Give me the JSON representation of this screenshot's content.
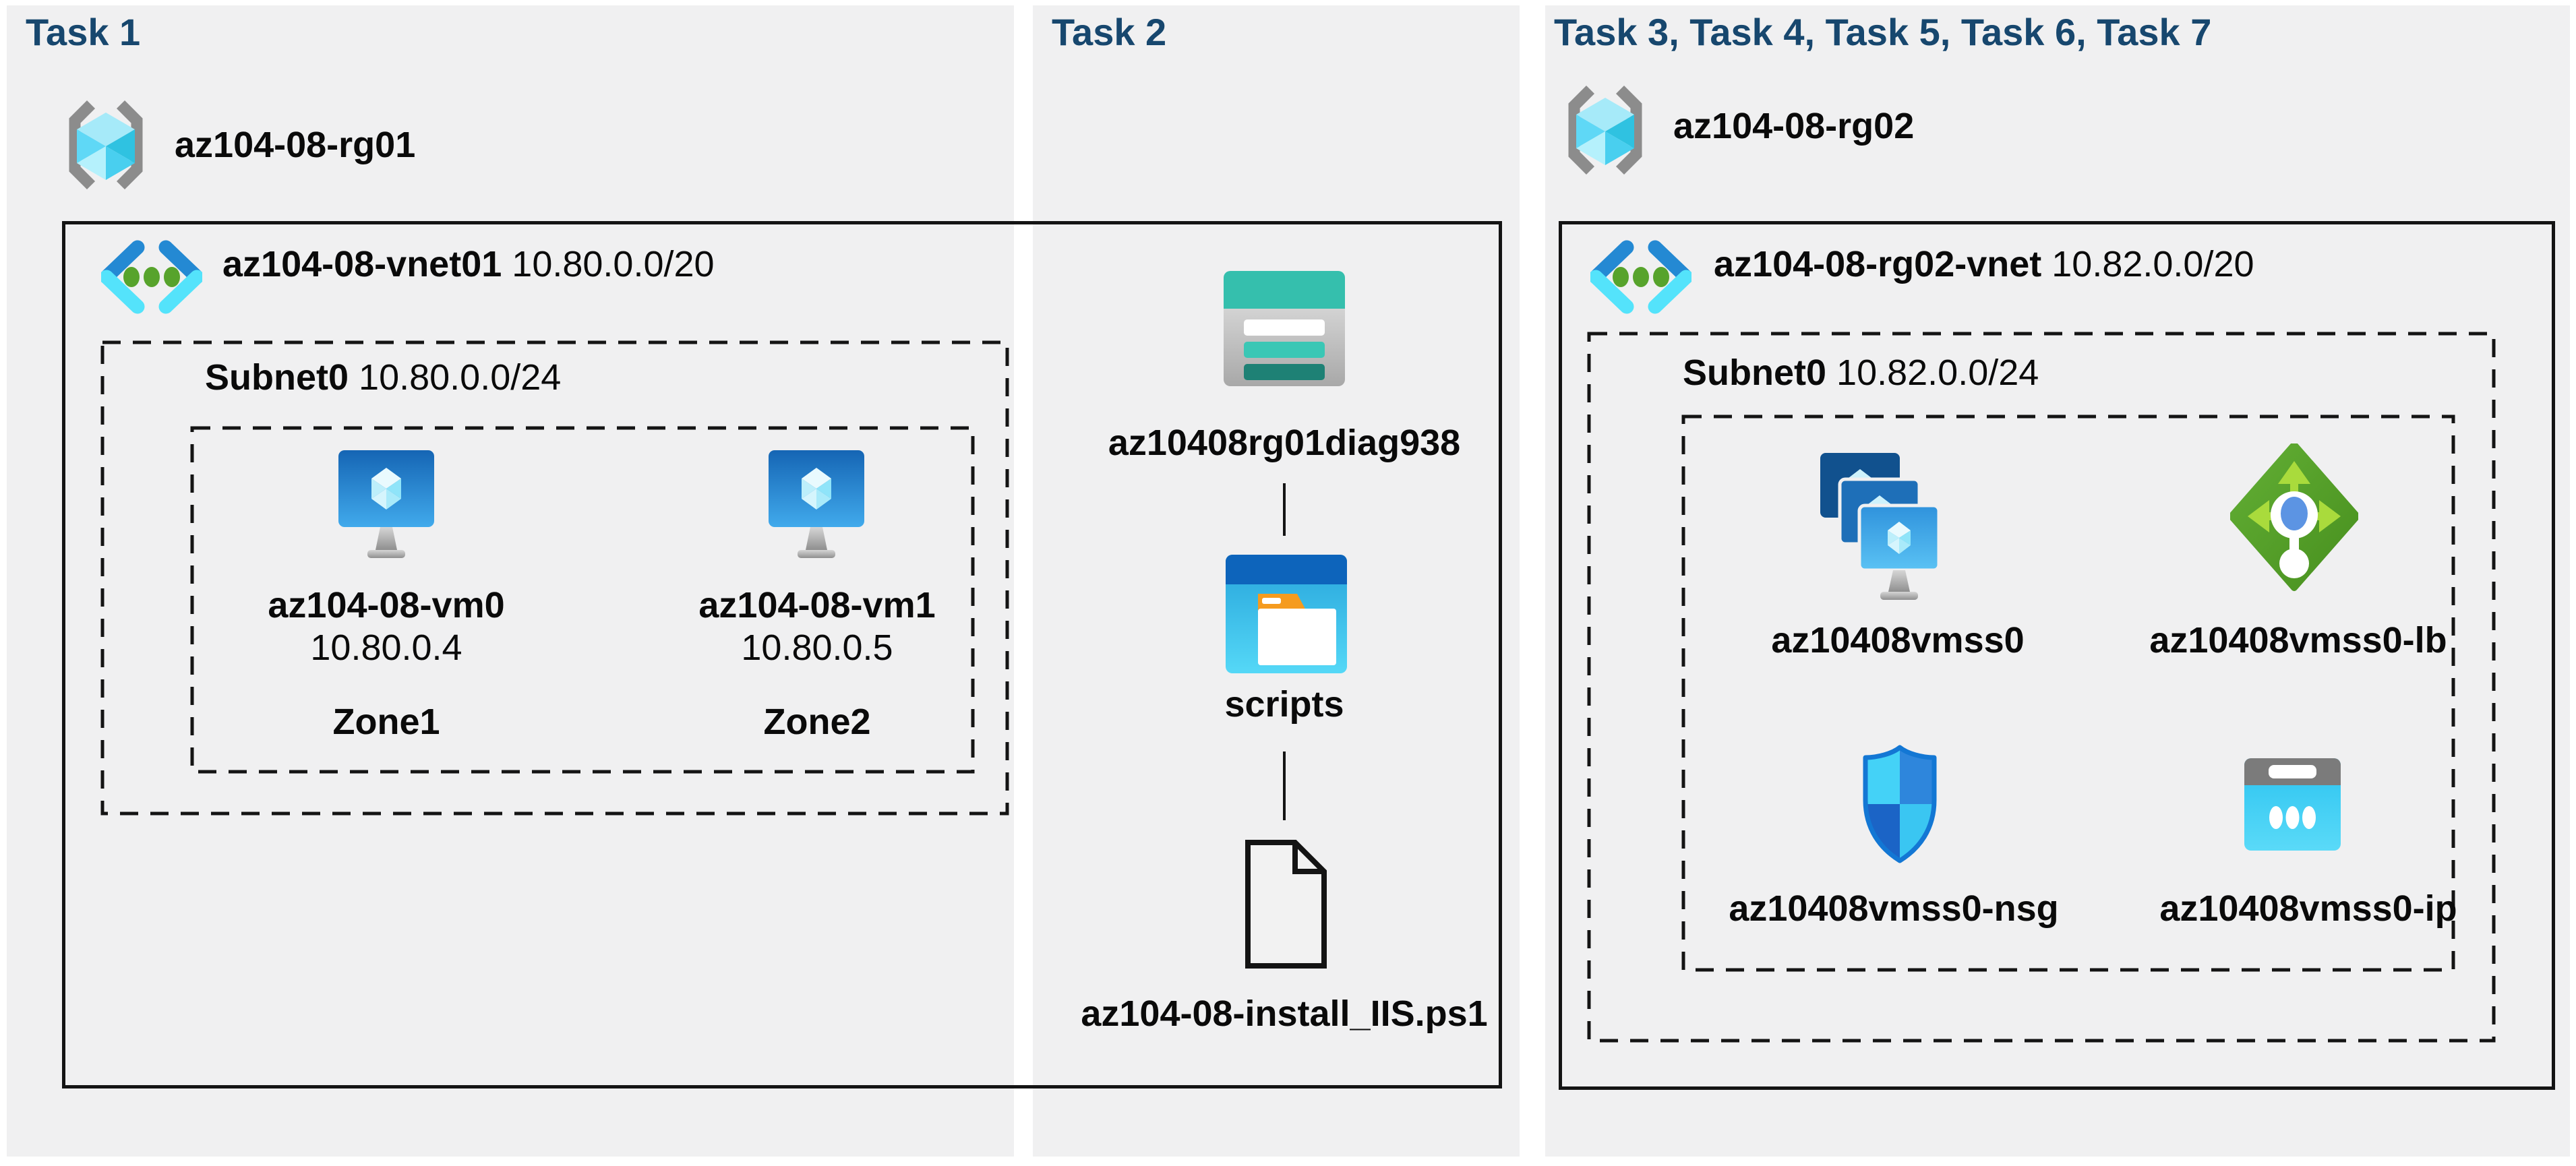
{
  "task1": {
    "header": "Task 1",
    "resource_group": {
      "name": "az104-08-rg01",
      "icon": "resource-group-icon"
    },
    "vnet": {
      "name": "az104-08-vnet01",
      "cidr": "10.80.0.0/20",
      "icon": "virtual-network-icon"
    },
    "subnet": {
      "name": "Subnet0",
      "cidr": "10.80.0.0/24"
    },
    "vms": [
      {
        "name": "az104-08-vm0",
        "ip": "10.80.0.4",
        "zone": "Zone1",
        "icon": "virtual-machine-icon"
      },
      {
        "name": "az104-08-vm1",
        "ip": "10.80.0.5",
        "zone": "Zone2",
        "icon": "virtual-machine-icon"
      }
    ]
  },
  "task2": {
    "header": "Task 2",
    "storage_account": {
      "name": "az10408rg01diag938",
      "icon": "storage-account-icon"
    },
    "blob_container": {
      "name": "scripts",
      "icon": "blob-container-icon"
    },
    "script_file": {
      "name": "az104-08-install_IIS.ps1",
      "icon": "file-icon"
    }
  },
  "task3": {
    "header": "Task 3, Task 4, Task 5, Task 6, Task 7",
    "resource_group": {
      "name": "az104-08-rg02",
      "icon": "resource-group-icon"
    },
    "vnet": {
      "name": "az104-08-rg02-vnet",
      "cidr": "10.82.0.0/20",
      "icon": "virtual-network-icon"
    },
    "subnet": {
      "name": "Subnet0",
      "cidr": "10.82.0.0/24"
    },
    "resources": [
      {
        "name": "az10408vmss0",
        "icon": "vm-scale-set-icon"
      },
      {
        "name": "az10408vmss0-lb",
        "icon": "load-balancer-icon"
      },
      {
        "name": "az10408vmss0-nsg",
        "icon": "network-security-group-icon"
      },
      {
        "name": "az10408vmss0-ip",
        "icon": "public-ip-icon"
      }
    ]
  },
  "colors": {
    "panel_background": "#f0f0f1",
    "header_text": "#17476E",
    "label_text": "#0a0a0a",
    "outline": "#141414",
    "vnet_chevron_top": "#2489D3",
    "vnet_chevron_bottom": "#54E3FB",
    "vnet_dot_green": "#57A32C",
    "vm_screen_blue": "#1668B8",
    "storage_teal": "#35BFAD",
    "container_blue": "#0D64BB",
    "container_cyan": "#2CACE0",
    "lb_green": "#4F9D24",
    "lb_arrow_green": "#A9DB3C",
    "nsg_blue": "#1B64C6",
    "ip_cyan": "#2BC3F0"
  }
}
